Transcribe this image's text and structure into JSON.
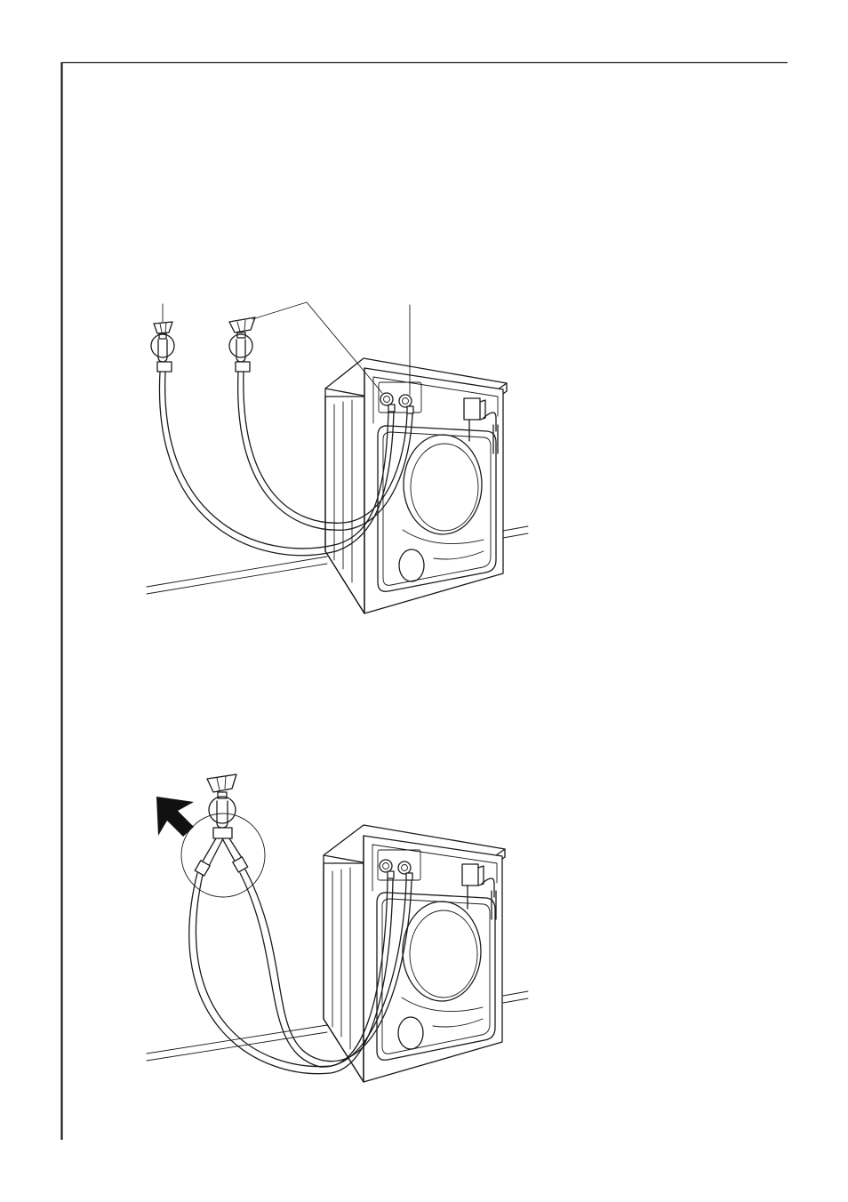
{
  "page": {
    "rule_color": "#1a1a1a",
    "ink_color": "#1a1a1a"
  },
  "figures": [
    {
      "id": "two-taps-installation",
      "icon": "washing-machine-two-taps-illustration"
    },
    {
      "id": "y-connector-installation",
      "icon": "washing-machine-y-connector-illustration"
    }
  ]
}
